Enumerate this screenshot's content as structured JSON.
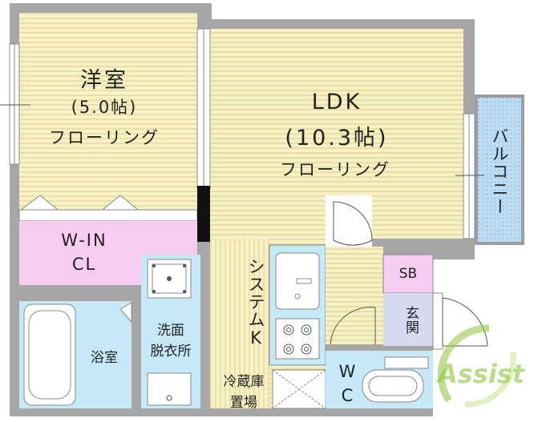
{
  "rooms": {
    "western": {
      "name": "洋室",
      "size": "(5.0帖)",
      "floor": "フローリング"
    },
    "ldk": {
      "name": "LDK",
      "size": "(10.3帖)",
      "floor": "フローリング"
    },
    "balcony": "バルコニー",
    "wic": {
      "line1": "W-IN",
      "line2": "CL"
    },
    "kitchen": "システムK",
    "sb": "SB",
    "entrance": "玄関",
    "bath": "浴室",
    "washroom": {
      "line1": "洗面",
      "line2": "脱衣所"
    },
    "fridge": {
      "line1": "冷蔵庫",
      "line2": "置場"
    },
    "wc": {
      "line1": "W",
      "line2": "C"
    }
  },
  "watermark": "Assist",
  "colors": {
    "western_floor": "#f8f2c0",
    "ldk_floor": "#f7f0c4",
    "closet": "#f6ccf0",
    "utility": "#c7e9f7",
    "balcony": "#bcdcf3",
    "sb": "#f6ccf0",
    "entrance": "#d7dbf2",
    "wall": "#9a9a9a",
    "watermark_green": "#8dc63f"
  }
}
